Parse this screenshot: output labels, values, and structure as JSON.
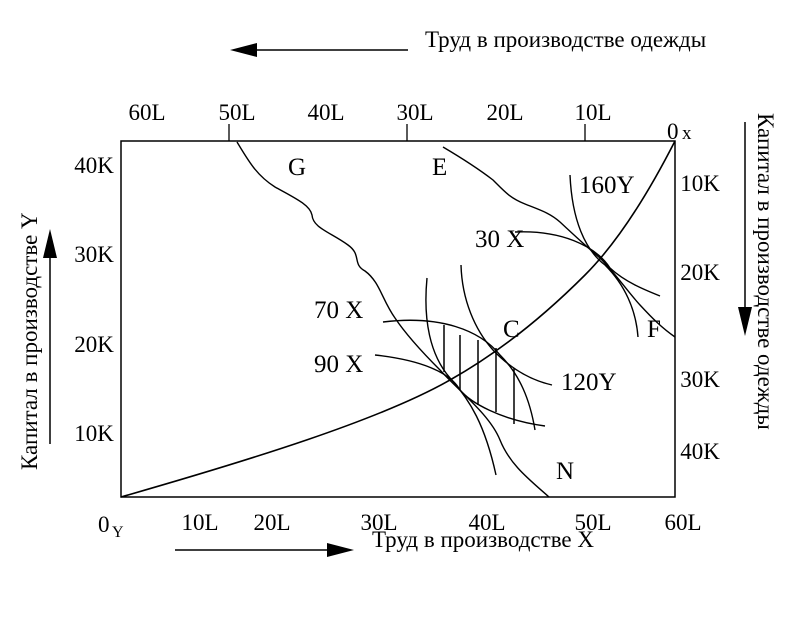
{
  "titles": {
    "top_labor_clothing": "Труд в производстве одежды",
    "bottom_labor_x": "Труд в производстве X",
    "left_capital_y": "Капитал в производстве Y",
    "right_capital_clothing": "Капитал в производстве одежды"
  },
  "origins": {
    "bottom_left_main": "0",
    "bottom_left_sub": "Y",
    "top_right_main": "0",
    "top_right_sub": "x"
  },
  "top_ticks": [
    "60L",
    "50L",
    "40L",
    "30L",
    "20L",
    "10L"
  ],
  "bottom_ticks": [
    "10L",
    "20L",
    "30L",
    "40L",
    "50L",
    "60L"
  ],
  "left_ticks": [
    "40K",
    "30K",
    "20K",
    "10K"
  ],
  "right_ticks": [
    "10K",
    "20K",
    "30K",
    "40K"
  ],
  "points": {
    "G": "G",
    "E": "E",
    "C": "C",
    "F": "F",
    "N": "N"
  },
  "isoquants": {
    "y160": "160Y",
    "x30": "30 X",
    "x70": "70 X",
    "x90": "90 X",
    "y120": "120Y"
  }
}
